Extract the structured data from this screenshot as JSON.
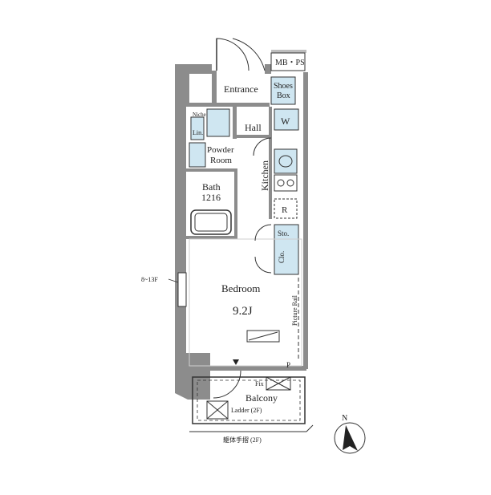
{
  "colors": {
    "wall": "#8c8c8c",
    "wall_light": "#bdbdbd",
    "fixture_blue": "#cfe6f1",
    "fixture_blue_dark": "#8fbdd6",
    "line": "#333333"
  },
  "rooms": {
    "mb_ps": "MB・PS",
    "entrance": "Entrance",
    "shoes_box_line1": "Shoes",
    "shoes_box_line2": "Box",
    "niche": "Niche",
    "lin": "Lin.",
    "hall": "Hall",
    "washer": "W",
    "powder_room_line1": "Powder",
    "powder_room_line2": "Room",
    "kitchen": "Kitchen",
    "bath_line1": "Bath",
    "bath_line2": "1216",
    "refrigerator": "R",
    "storage": "Sto.",
    "closet": "Clo.",
    "bedroom": "Bedroom",
    "bedroom_size": "9.2J",
    "picture_rail": "Picture Rail",
    "pipe_space": "P",
    "fix": "Fix",
    "balcony": "Balcony",
    "ladder": "Ladder (2F)",
    "floors": "8~13F",
    "handrail": "躯体手摺 (2F)"
  },
  "compass": {
    "label": "N"
  }
}
